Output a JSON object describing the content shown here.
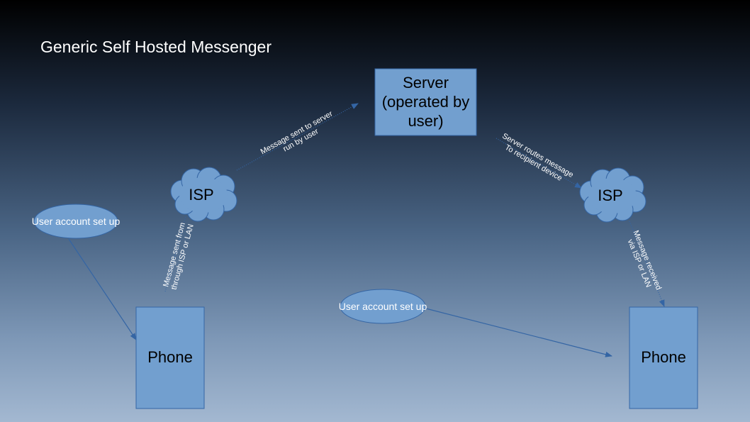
{
  "title": "Generic Self Hosted Messenger",
  "nodes": {
    "server": {
      "lines": [
        "Server",
        "(operated by",
        "user)"
      ],
      "fill": "#729fcf",
      "stroke": "#3465a4"
    },
    "isp_left": {
      "label": "ISP",
      "fill": "#729fcf",
      "stroke": "#3465a4"
    },
    "isp_right": {
      "label": "ISP",
      "fill": "#729fcf",
      "stroke": "#3465a4"
    },
    "phone_left": {
      "label": "Phone",
      "fill": "#729fcf",
      "stroke": "#3465a4"
    },
    "phone_right": {
      "label": "Phone",
      "fill": "#729fcf",
      "stroke": "#3465a4"
    },
    "account_left": {
      "label": "User account set up",
      "fill": "#729fcf",
      "stroke": "#3465a4"
    },
    "account_center": {
      "label": "User account set up",
      "fill": "#729fcf",
      "stroke": "#3465a4"
    }
  },
  "edges": {
    "isp_to_server": [
      "Message sent to server",
      "run by user"
    ],
    "server_to_isp": [
      "Server routes message",
      "To recipient device"
    ],
    "phone_to_isp": [
      "Message sent from",
      "through ISP or LAN"
    ],
    "isp_to_phone": [
      "Message received",
      "via ISP or LAN"
    ]
  },
  "colors": {
    "arrow": "#3465a4",
    "shape_fill": "#729fcf",
    "shape_stroke": "#3465a4"
  }
}
